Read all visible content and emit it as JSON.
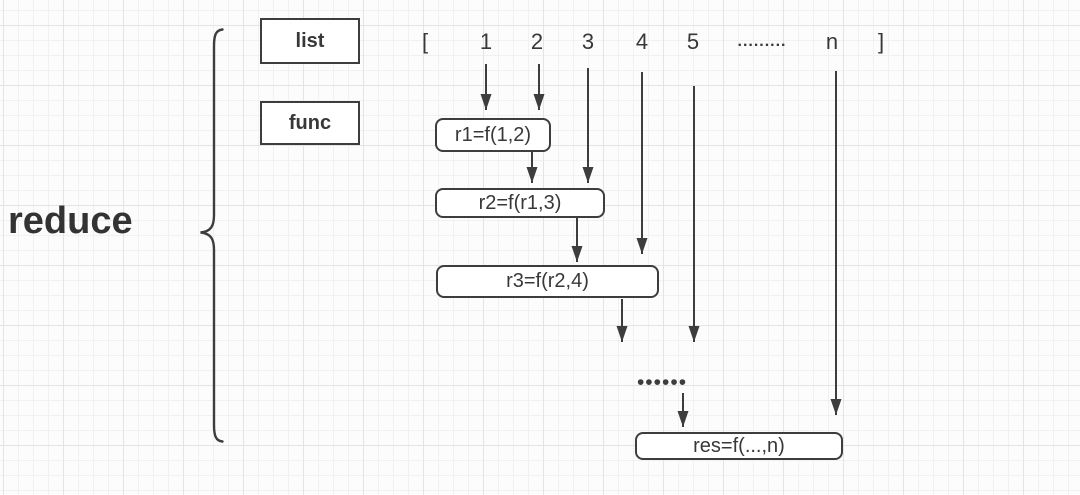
{
  "diagram": {
    "title": "reduce",
    "input_boxes": [
      "list",
      "func"
    ],
    "list_row": {
      "open_bracket": "[",
      "items": [
        "1",
        "2",
        "3",
        "4",
        "5"
      ],
      "ellipsis": ".........",
      "last_item": "n",
      "close_bracket": "]"
    },
    "steps": [
      "r1=f(1,2)",
      "r2=f(r1,3)",
      "r3=f(r2,4)"
    ],
    "vertical_ellipsis": "••••••",
    "result_box": "res=f(...,n)",
    "colors": {
      "stroke": "#3d3d3d",
      "text": "#383838",
      "grid_minor": "#f1f1f1",
      "grid_major": "#e4e4e4",
      "background": "#fcfcfc",
      "box_fill": "#ffffff"
    }
  }
}
